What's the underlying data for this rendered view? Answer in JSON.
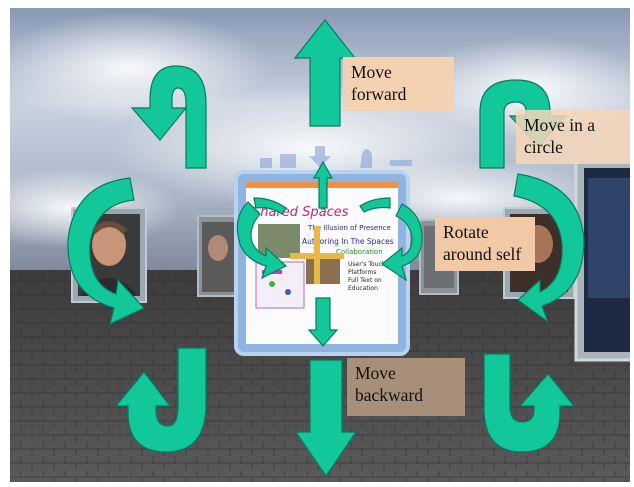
{
  "labels": {
    "forward": [
      "Move",
      "forward"
    ],
    "circle": [
      "Move in a",
      "circle"
    ],
    "rotate": [
      "Rotate",
      "around self"
    ],
    "backward": [
      "Move",
      "backward"
    ]
  },
  "poster": {
    "title": "Shared Spaces",
    "subtitle_line1": "The Illusion of Presence",
    "subtitle_line2": "Authoring In The Spaces",
    "subtitle_line3": "Collaboration",
    "side_line1": "User's Touch",
    "side_line2": "Platforms",
    "side_line3": "Full Text on",
    "side_line4": "Education"
  },
  "colors": {
    "arrow": "#12c89a",
    "arrow_stroke": "#0a7a5e",
    "sky": "#9fb0c8",
    "floor": "#4a4a4a",
    "poster_frame": "#8fb4e0"
  },
  "icons": [
    "move-forward-arrow",
    "move-backward-arrow",
    "circle-arrow",
    "rotate-arrow",
    "toolbar-hand-icon",
    "toolbar-minus-icon"
  ]
}
